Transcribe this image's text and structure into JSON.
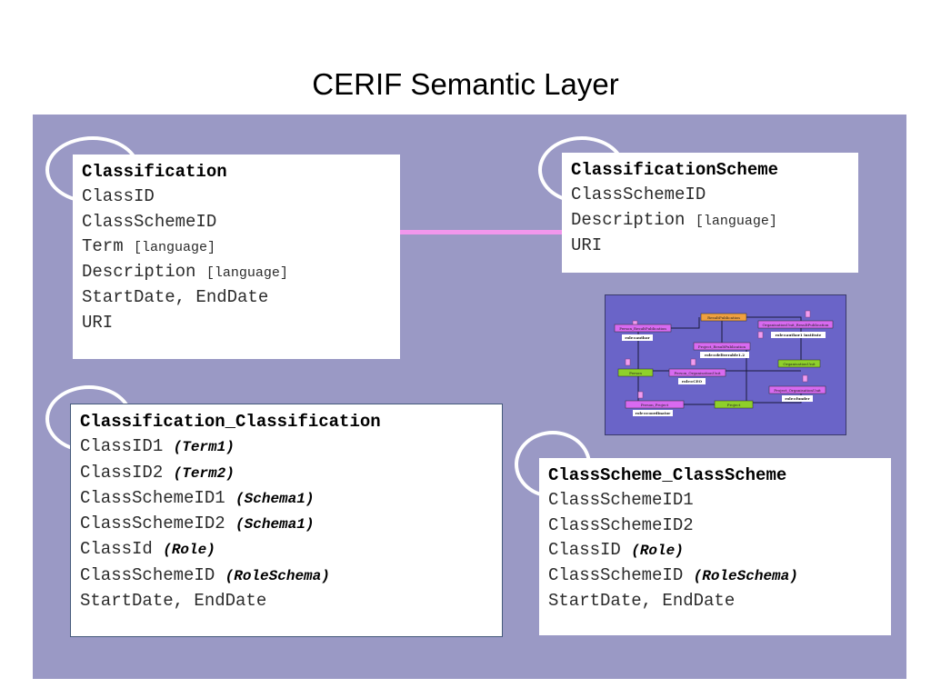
{
  "title": "CERIF Semantic Layer",
  "entities": {
    "classification": {
      "name": "Classification",
      "lines": [
        {
          "text": "ClassID"
        },
        {
          "text": "ClassSchemeID"
        },
        {
          "text": "Term ",
          "suffix": "[language]"
        },
        {
          "text": "Description ",
          "suffix": "[language]"
        },
        {
          "text": "StartDate, EndDate"
        },
        {
          "text": "URI"
        }
      ]
    },
    "classification_scheme": {
      "name": "ClassificationScheme",
      "lines": [
        {
          "text": "ClassSchemeID"
        },
        {
          "text": "Description ",
          "suffix": "[language]"
        },
        {
          "text": "URI"
        }
      ]
    },
    "classification_classification": {
      "name": "Classification_Classification",
      "lines": [
        {
          "text": "ClassID1 ",
          "note": "(Term1)"
        },
        {
          "text": "ClassID2 ",
          "note": "(Term2)"
        },
        {
          "text": "ClassSchemeID1 ",
          "note": "(Schema1)"
        },
        {
          "text": "ClassSchemeID2 ",
          "note": "(Schema1)"
        },
        {
          "text": "ClassId ",
          "note": "(Role)"
        },
        {
          "text": "ClassSchemeID ",
          "note": "(RoleSchema)"
        },
        {
          "text": "StartDate, EndDate"
        }
      ]
    },
    "classscheme_classscheme": {
      "name": "ClassScheme_ClassScheme",
      "lines": [
        {
          "text": "ClassSchemeID1"
        },
        {
          "text": "ClassSchemeID2"
        },
        {
          "text": "ClassID ",
          "note": "(Role)"
        },
        {
          "text": "ClassSchemeID ",
          "note": "(RoleSchema)"
        },
        {
          "text": "StartDate, EndDate"
        }
      ]
    }
  },
  "colors": {
    "panel": "#9a99c5",
    "connector": "#f197ec",
    "thumbnail_bg": "#6a64c8",
    "node_orange": "#f0a040",
    "node_purple": "#d86af0",
    "node_green": "#8fd02a"
  },
  "thumbnail": {
    "nodes": [
      {
        "label": "ResultPublication",
        "color": "orange"
      },
      {
        "label": "Person_ResultPublication",
        "color": "purple"
      },
      {
        "label": "OrganisationUnit_ResultPublication",
        "color": "purple"
      },
      {
        "label": "Project_ResultPublication",
        "color": "purple"
      },
      {
        "label": "Person",
        "color": "green"
      },
      {
        "label": "Person_OrganisationUnit",
        "color": "purple"
      },
      {
        "label": "OrganisationUnit",
        "color": "green"
      },
      {
        "label": "Project_OrganisationUnit",
        "color": "purple"
      },
      {
        "label": "Person_Project",
        "color": "purple"
      },
      {
        "label": "Project",
        "color": "green"
      }
    ],
    "roles": [
      "role=author",
      "role=author1 institute",
      "role=deliverable1.2",
      "role=CEO",
      "role=funder",
      "role=coordinator"
    ]
  }
}
